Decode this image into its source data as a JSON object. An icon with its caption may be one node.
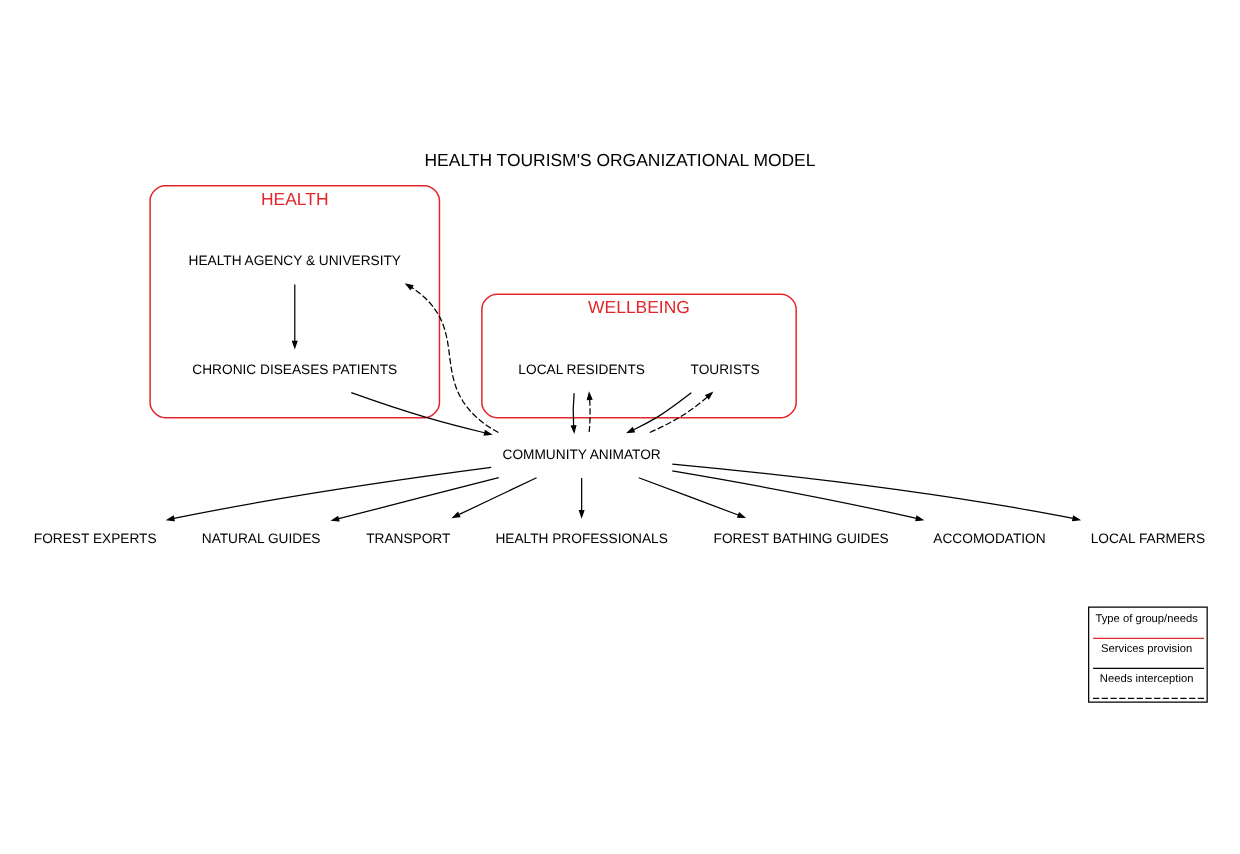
{
  "diagram": {
    "title": "HEALTH TOURISM'S ORGANIZATIONAL MODEL",
    "nodes": [
      {
        "text": [
          "HEALTH"
        ]
      },
      {
        "text": [
          "HEALTH AGENCY & UNIVERSITY"
        ],
        "in": 0
      },
      {
        "text": [
          "CHRONIC DISEASES PATIENTS"
        ],
        "in": 0
      },
      {
        "text": [
          "WELLBEING"
        ]
      },
      {
        "text": [
          "TOURISTS"
        ],
        "in": 3
      },
      {
        "text": [
          "LOCAL RESIDENTS"
        ],
        "in": 3
      },
      {
        "text": [
          "COMMUNITY ANIMATOR"
        ]
      },
      {
        "text": [
          "FOREST EXPERTS"
        ]
      },
      {
        "text": [
          "NATURAL GUIDES"
        ]
      },
      {
        "text": [
          "TRANSPORT"
        ]
      },
      {
        "text": [
          "HEALTH PROFESSIONALS"
        ]
      },
      {
        "text": [
          "FOREST BATHING GUIDES"
        ]
      },
      {
        "text": [
          "ACCOMODATION"
        ]
      },
      {
        "text": [
          "LOCAL FARMERS"
        ]
      }
    ],
    "edges": [
      {
        "from": 1,
        "to": 2,
        "arrow": "to"
      },
      {
        "from": 2,
        "to": 6,
        "arrow": "to"
      },
      {
        "from": 4,
        "to": 6,
        "arrow": "to"
      },
      {
        "from": 5,
        "to": 6,
        "arrow": "to"
      },
      {
        "from": 6,
        "to": 1,
        "arrow": "to",
        "style": "dashed"
      },
      {
        "from": 6,
        "to": 4,
        "arrow": "to",
        "style": "dashed"
      },
      {
        "from": 6,
        "to": 5,
        "arrow": "to",
        "style": "dashed"
      },
      {
        "from": 6,
        "to": 7,
        "arrow": "to"
      },
      {
        "from": 6,
        "to": 8,
        "arrow": "to"
      },
      {
        "from": 6,
        "to": 9,
        "arrow": "to"
      },
      {
        "from": 6,
        "to": 10,
        "arrow": "to"
      },
      {
        "from": 6,
        "to": 11,
        "arrow": "to"
      },
      {
        "from": 6,
        "to": 12,
        "arrow": "to"
      },
      {
        "from": 6,
        "to": 13,
        "arrow": "to"
      }
    ],
    "legend": [
      {
        "text": "Type of group/needs"
      },
      {
        "text": "Services provision"
      },
      {
        "text": "Needs interception"
      }
    ]
  }
}
